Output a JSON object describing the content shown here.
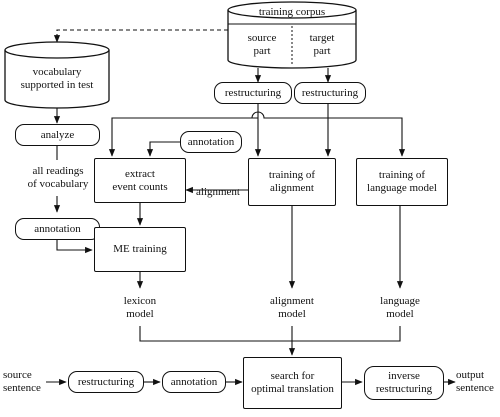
{
  "stores": {
    "training_corpus": "training corpus",
    "source_part": "source\npart",
    "target_part": "target\npart",
    "vocabulary": "vocabulary\nsupported in test"
  },
  "steps": {
    "analyze": "analyze",
    "all_readings": "all readings\nof vocabulary",
    "annotation_left": "annotation",
    "restructuring_source": "restructuring",
    "restructuring_target": "restructuring",
    "annotation_top": "annotation",
    "extract_event_counts": "extract\nevent counts",
    "alignment_label": "alignment",
    "training_alignment": "training of\nalignment",
    "training_language_model": "training of\nlanguage model",
    "me_training": "ME training",
    "lexicon_model": "lexicon\nmodel",
    "alignment_model": "alignment\nmodel",
    "language_model": "language\nmodel",
    "source_sentence": "source\nsentence",
    "restructuring_bottom": "restructuring",
    "annotation_bottom": "annotation",
    "search": "search for\noptimal translation",
    "inverse_restructuring": "inverse\nrestructuring",
    "output_sentence": "output\nsentence"
  }
}
